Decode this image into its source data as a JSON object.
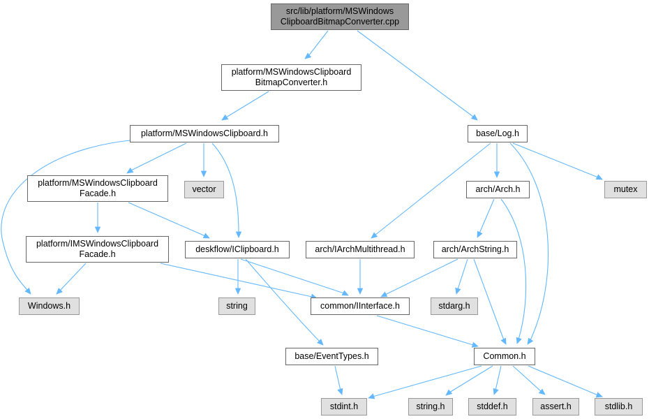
{
  "diagram": {
    "colors": {
      "edge": "#63b8ff",
      "root_fill": "#999999",
      "system_fill": "#e0e0e0",
      "node_border": "#666666"
    },
    "nodes": {
      "root": "src/lib/platform/MSWindows\nClipboardBitmapConverter.cpp",
      "bitmap_converter_h": "platform/MSWindowsClipboard\nBitmapConverter.h",
      "ms_clipboard_h": "platform/MSWindowsClipboard.h",
      "log_h": "base/Log.h",
      "facade_h": "platform/MSWindowsClipboard\nFacade.h",
      "vector": "vector",
      "mutex": "mutex",
      "arch_h": "arch/Arch.h",
      "i_facade_h": "platform/IMSWindowsClipboard\nFacade.h",
      "iclipboard_h": "deskflow/IClipboard.h",
      "iarch_multithread_h": "arch/IArchMultithread.h",
      "arch_string_h": "arch/ArchString.h",
      "windows_h": "Windows.h",
      "string": "string",
      "iinterface_h": "common/IInterface.h",
      "stdarg_h": "stdarg.h",
      "event_types_h": "base/EventTypes.h",
      "common_h": "Common.h",
      "stdint_h": "stdint.h",
      "string_h": "string.h",
      "stddef_h": "stddef.h",
      "assert_h": "assert.h",
      "stdlib_h": "stdlib.h"
    }
  }
}
